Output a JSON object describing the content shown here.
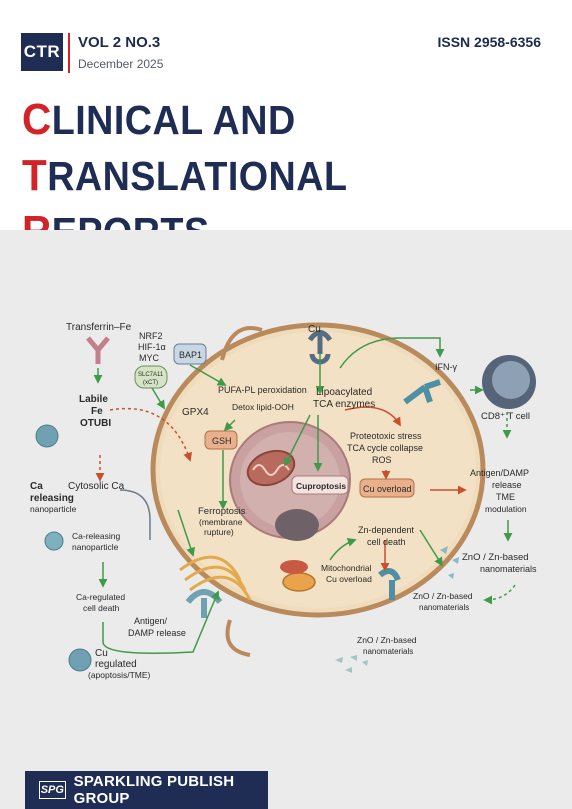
{
  "journal": {
    "logo": "CTR",
    "volume": "VOL 2 NO.3",
    "date": "December 2025",
    "issn": "ISSN 2958-6356",
    "title_line1_cap1": "C",
    "title_line1_rest1": "LINICAL AND ",
    "title_line1_cap2": "T",
    "title_line1_rest2": "RANSLATIONAL",
    "title_line2_cap": "R",
    "title_line2_rest": "EPORTS"
  },
  "figure": {
    "transferrin": "Transferrin–Fe",
    "nrf2": "NRF2",
    "hif": "HIF-1α",
    "myc": "MYC",
    "slc7a11": "SLC7A11",
    "xct": "(xCT)",
    "bap1": "BAP1",
    "cu": "Cu",
    "ifn": "IFN-γ",
    "labile": "Labile",
    "fe": "Fe",
    "otubi": "OTUBI",
    "pufa": "PUFA-PL peroxidation",
    "detox": "Detox lipid-OOH",
    "gpx4": "GPX4",
    "gsh": "GSH",
    "lipo1": "Lipoacylated",
    "lipo2": "TCA enzymes",
    "cd8": "CD8⁺ T cell",
    "proteotoxic": "Proteotoxic stress",
    "tca_collapse": "TCA cycle collapse",
    "ros": "ROS",
    "cu_overload": "Cu overload",
    "cytosolic_ca": "Cytosolic Ca",
    "ca_releasing_np1": "Ca",
    "ca_releasing_np2": "releasing",
    "ca_releasing_np3": "nanoparticle",
    "cuproptosis": "Cuproptosis",
    "ferroptosis": "Ferroptosis",
    "membrane1": "(membrane",
    "membrane2": "rupture)",
    "antigen1": "Antigen/DAMP",
    "antigen2": "release",
    "antigen3": "TME",
    "antigen4": "modulation",
    "ca_releasing2_1": "Ca-releasing",
    "ca_releasing2_2": "nanoparticle",
    "zn_dep1": "Zn-dependent",
    "zn_dep2": "cell death",
    "zno_right1": "ZnO /  Zn-based",
    "zno_right2": "nanomaterials",
    "mito_cu1": "Mitochondrial",
    "mito_cu2": "Cu overload",
    "zno_mid1": "ZnO / Zn-based",
    "zno_mid2": "nanomaterials",
    "ca_regulated1": "Ca-regulated",
    "ca_regulated2": "cell death",
    "antigen_b1": "Antigen/",
    "antigen_b2": "DAMP release",
    "zno_bottom1": "ZnO / Zn-based",
    "zno_bottom2": "nanomaterials",
    "cu_reg1": "Cu",
    "cu_reg2": "regulated",
    "cu_reg3": "(apoptosis/TME)"
  },
  "publisher": {
    "logo": "SPG",
    "name": "SPARKLING PUBLISH GROUP"
  },
  "colors": {
    "navy": "#1f2d55",
    "red": "#d3232a",
    "figure_bg": "#ebebeb",
    "arrow_green": "#3f9a4a",
    "arrow_red": "#c8502c"
  }
}
